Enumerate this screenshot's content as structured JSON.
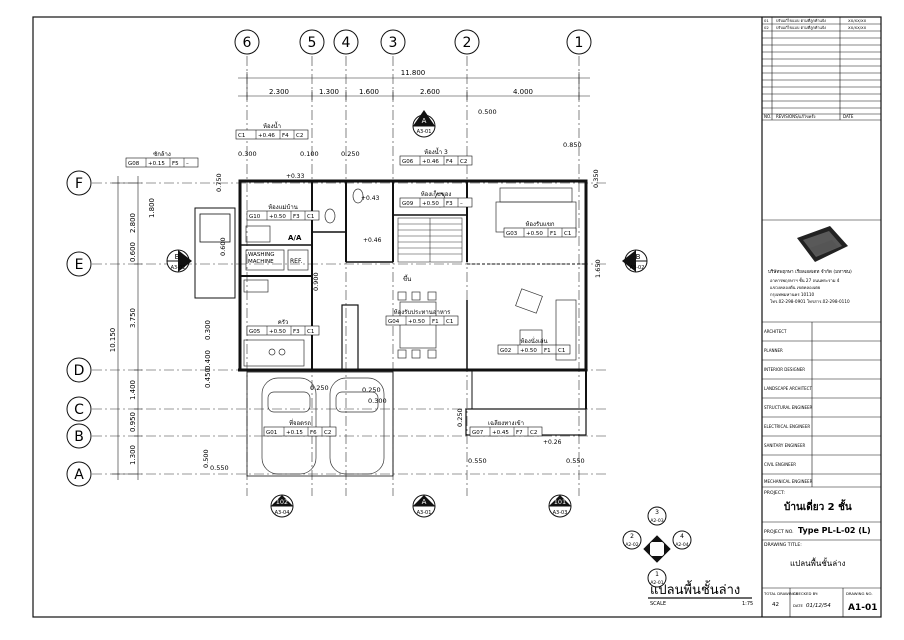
{
  "grid": {
    "columns": [
      "6",
      "5",
      "4",
      "3",
      "2",
      "1"
    ],
    "rows": [
      "F",
      "E",
      "D",
      "C",
      "B",
      "A"
    ]
  },
  "dimensions": {
    "overall_width": "11.800",
    "top_segments": [
      "2.300",
      "1.300",
      "1.600",
      "2.600",
      "4.000"
    ],
    "overall_height": "10.150",
    "left_segments": [
      "2.800",
      "0.600",
      "3.750",
      "1.400",
      "0.950",
      "1.300"
    ],
    "left_inner": [
      "1.800",
      "0.300",
      "0.400",
      "0.450"
    ],
    "misc": [
      "0.500",
      "0.850",
      "0.300",
      "0.100",
      "0.250",
      "0.350",
      "0.750",
      "0.900",
      "0.250",
      "0.500",
      "0.550",
      "0.550",
      "0.250",
      "0.300",
      "1.650",
      "0.250",
      "0.600",
      "0.550"
    ]
  },
  "rooms": [
    {
      "name": "ห้องน้ำ",
      "tag": "C1",
      "level": "+0.46",
      "fin": "F4",
      "cl": "C2"
    },
    {
      "name": "ห้องน้ำ 3",
      "tag": "G06",
      "level": "+0.46",
      "fin": "F4",
      "cl": "C2"
    },
    {
      "name": "ห้องเก็บของ",
      "tag": "G09",
      "level": "+0.50",
      "fin": "F3",
      "cl": "–"
    },
    {
      "name": "ห้องแม่บ้าน",
      "tag": "G10",
      "level": "+0.50",
      "fin": "F3",
      "cl": "C1"
    },
    {
      "name": "ห้องรับแขก",
      "tag": "G03",
      "level": "+0.50",
      "fin": "F1",
      "cl": "C1"
    },
    {
      "name": "ครัว",
      "tag": "G05",
      "level": "+0.50",
      "fin": "F3",
      "cl": "C1"
    },
    {
      "name": "ห้องรับประทานอาหาร",
      "tag": "G04",
      "level": "+0.50",
      "fin": "F1",
      "cl": "C1"
    },
    {
      "name": "ห้องนั่งเล่น",
      "tag": "G02",
      "level": "+0.50",
      "fin": "F1",
      "cl": "C1"
    },
    {
      "name": "ที่จอดรถ",
      "tag": "G01",
      "level": "+0.15",
      "fin": "F6",
      "cl": "C2"
    },
    {
      "name": "เฉลียงทางเข้า",
      "tag": "G07",
      "level": "+0.45",
      "fin": "F7",
      "cl": "C2"
    },
    {
      "name": "ซักล้าง",
      "tag": "G08",
      "level": "+0.15",
      "fin": "F5",
      "cl": "–"
    }
  ],
  "labels": {
    "washing": "WASHING\nMACHINE",
    "ref": "REF.",
    "ac": "A/A",
    "up": "ขึ้น",
    "levels": [
      "+0.33",
      "+0.43",
      "+0.46",
      "+0.26"
    ]
  },
  "section_marks": [
    {
      "num": "A",
      "sheet": "A3-01"
    },
    {
      "num": "B",
      "sheet": "A3-02"
    },
    {
      "num": "B",
      "sheet": "A3-02"
    },
    {
      "num": "A",
      "sheet": "A3-01"
    },
    {
      "num": "102",
      "sheet": "A3-04"
    },
    {
      "num": "101",
      "sheet": "A3-03"
    }
  ],
  "elevation_key": [
    {
      "num": "3",
      "sheet": "A2-03"
    },
    {
      "num": "2",
      "sheet": "A2-02"
    },
    {
      "num": "4",
      "sheet": "A2-04"
    },
    {
      "num": "1",
      "sheet": "A2-01"
    }
  ],
  "plan_title": "แปลนพื้นชั้นล่าง",
  "scale": "SCALE",
  "scale_value": "1:75",
  "title_block": {
    "rev_header": [
      "NO.",
      "REVISIONS/แก้ไขครั้ง",
      "DATE"
    ],
    "rev_rows": [
      [
        "01",
        "ปรับแก้ไขแบบ ตามที่ลูกค้าแจ้ง",
        "XX/XX/XX"
      ],
      [
        "02",
        "ปรับแก้ไขแบบ ตามที่ลูกค้าแจ้ง",
        "XX/XX/XX"
      ]
    ],
    "company": "บริษัทพฤกษา เรียลเอสเตท จำกัด (มหาชน)",
    "address": [
      "อาคารพฤกษาฯ ชั้น 27 ถนนพระราม 4",
      "แขวงคลองตัน เขตคลองเตย",
      "กรุงเทพมหานคร 10110",
      "โทร.02-298-0901 โทรสาร.02-298-0110"
    ],
    "disciplines": [
      "ARCHITECT",
      "PLANNER",
      "INTERIOR DESIGNER",
      "LANDSCAPE ARCHITECT",
      "STRUCTURAL ENGINEER",
      "ELECTRICAL ENGINEER",
      "SANITARY ENGINEER",
      "CIVIL ENGINEER",
      "MECHANICAL ENGINEER"
    ],
    "project_label": "PROJECT:",
    "project_name": "บ้านเดี่ยว 2 ชั้น",
    "project_no_label": "PROJECT NO.",
    "type_label": "Type PL-L-02 (L)",
    "drawing_title_label": "DRAWING TITLE:",
    "drawing_title": "แปลนพื้นชั้นล่าง",
    "total_label": "TOTAL DRAWINGS",
    "total_value": "42",
    "checked_label": "CHECKED BY:",
    "date_label": "DATE",
    "date_value": "01/12/54",
    "drawing_no_label": "DRAWING NO.",
    "drawing_no": "A1-01"
  }
}
